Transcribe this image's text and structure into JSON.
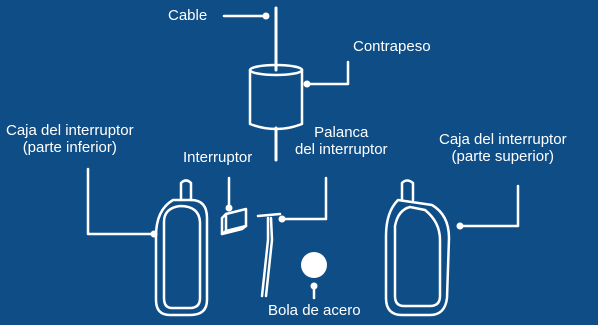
{
  "diagram": {
    "colors": {
      "background": "#0f4d86",
      "ink": "#ffffff"
    },
    "labels": {
      "cable": "Cable",
      "counterweight": "Contrapeso",
      "switch": "Interruptor",
      "lever": {
        "line1": "Palanca",
        "line2": "del interruptor"
      },
      "housing_lower": {
        "line1": "Caja del interruptor",
        "line2": "(parte inferior)"
      },
      "housing_upper": {
        "line1": "Caja del interruptor",
        "line2": "(parte superior)"
      },
      "steel_ball": "Bola de acero"
    }
  }
}
